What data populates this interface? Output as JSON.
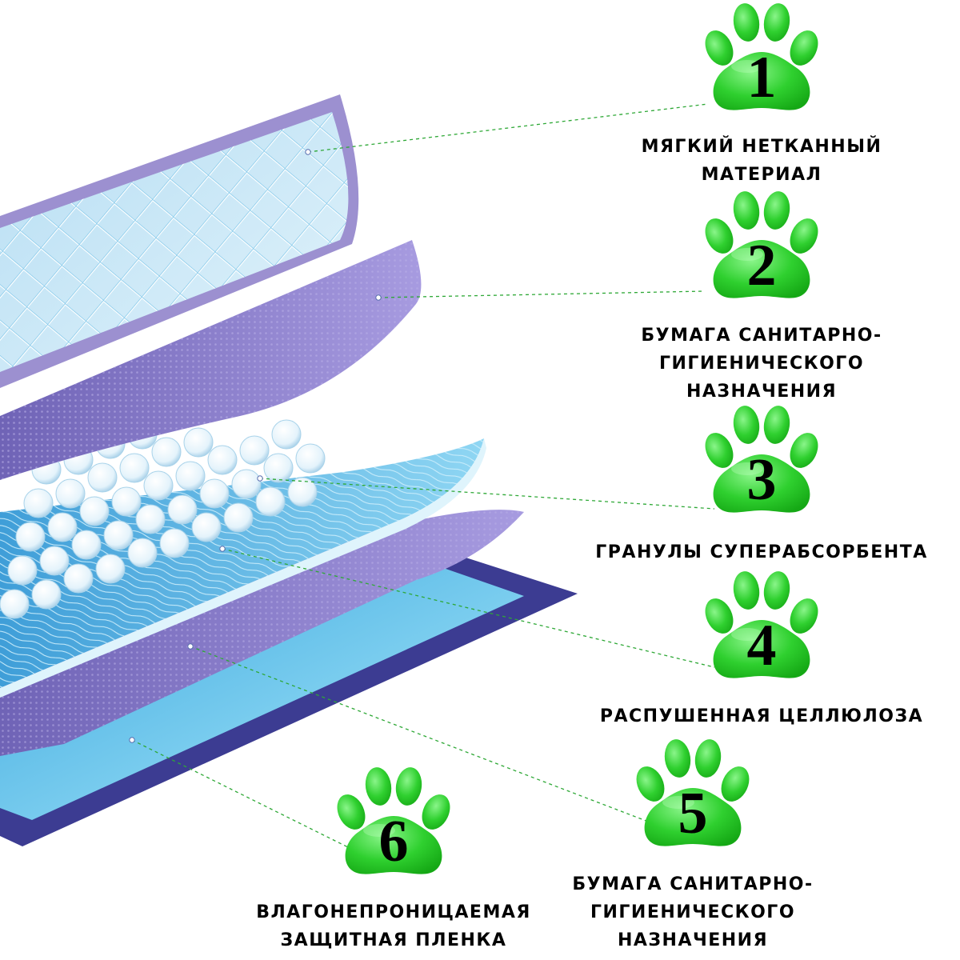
{
  "layers": [
    {
      "number": "1",
      "lines": [
        "МЯГКИЙ НЕТКАННЫЙ",
        "МАТЕРИАЛ"
      ]
    },
    {
      "number": "2",
      "lines": [
        "БУМАГА САНИТАРНО-",
        "ГИГИЕНИЧЕСКОГО",
        "НАЗНАЧЕНИЯ"
      ]
    },
    {
      "number": "3",
      "lines": [
        "ГРАНУЛЫ СУПЕРАБСОРБЕНТА"
      ]
    },
    {
      "number": "4",
      "lines": [
        "РАСПУШЕННАЯ ЦЕЛЛЮЛОЗА"
      ]
    },
    {
      "number": "5",
      "lines": [
        "БУМАГА САНИТАРНО-",
        "ГИГИЕНИЧЕСКОГО",
        "НАЗНАЧЕНИЯ"
      ]
    },
    {
      "number": "6",
      "lines": [
        "ВЛАГОНЕПРОНИЦАЕМАЯ",
        "ЗАЩИТНАЯ ПЛЕНКА"
      ]
    }
  ],
  "colors": {
    "paw_green": "#22c322",
    "paw_green_light": "#7ff07a",
    "leader_line": "#2ea836",
    "film_border": "#3c3c92",
    "film_fill": "#4fb8e6",
    "purple_layer": "#8a7ec8",
    "top_sheet": "#cfe9f6",
    "top_sheet_border": "#9c90d0",
    "granule": "#eaf6fc",
    "text": "#000000"
  },
  "icons": [
    "paw-icon"
  ]
}
